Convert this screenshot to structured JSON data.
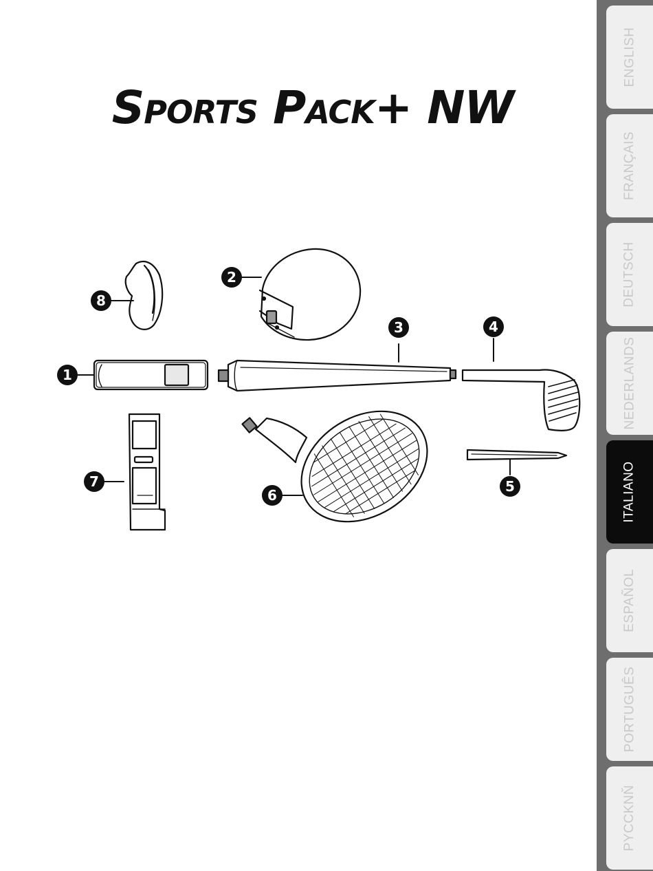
{
  "title": "Sports Pack+ NW",
  "callouts": {
    "c1": "1",
    "c2": "2",
    "c3": "3",
    "c4": "4",
    "c5": "5",
    "c6": "6",
    "c7": "7",
    "c8": "8"
  },
  "language_tabs": [
    {
      "label": "ENGLISH",
      "active": false
    },
    {
      "label": "FRANÇAIS",
      "active": false
    },
    {
      "label": "DEUTSCH",
      "active": false
    },
    {
      "label": "NEDERLANDS",
      "active": false
    },
    {
      "label": "ITALIANO",
      "active": true
    },
    {
      "label": "ESPAÑOL",
      "active": false
    },
    {
      "label": "PORTUGUÊS",
      "active": false
    },
    {
      "label": "PYCCKNŇ",
      "active": false
    }
  ],
  "colors": {
    "ink": "#111111",
    "tab_strip": "#6e6e6e",
    "tab_inactive": "#efefef",
    "tab_active": "#0c0c0c"
  }
}
